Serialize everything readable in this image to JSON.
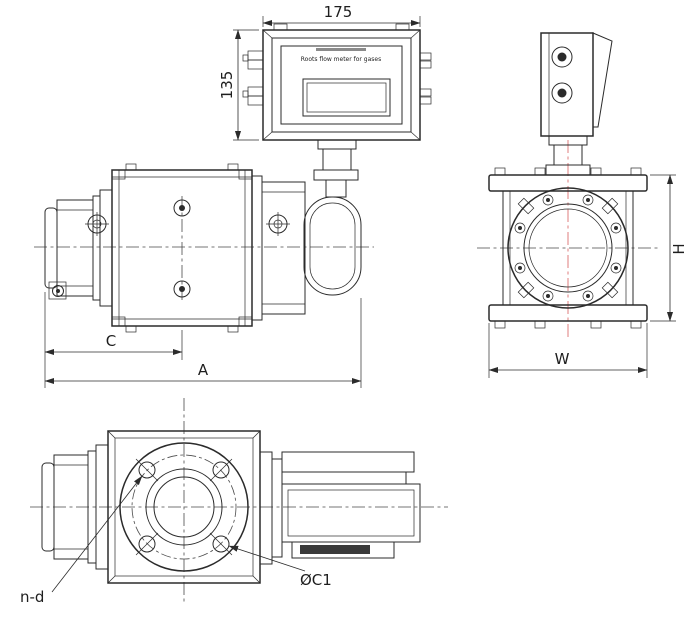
{
  "counter": {
    "subtitle": "Roots flow meter for gases"
  },
  "dims": {
    "d175": "175",
    "d135": "135",
    "c": "C",
    "a": "A",
    "w": "W",
    "h": "H",
    "nd": "n-d",
    "c1": "ØC1"
  },
  "colors": {
    "line": "#2b2b2b",
    "centerline_red": "#d85c5c",
    "background": "#ffffff"
  }
}
